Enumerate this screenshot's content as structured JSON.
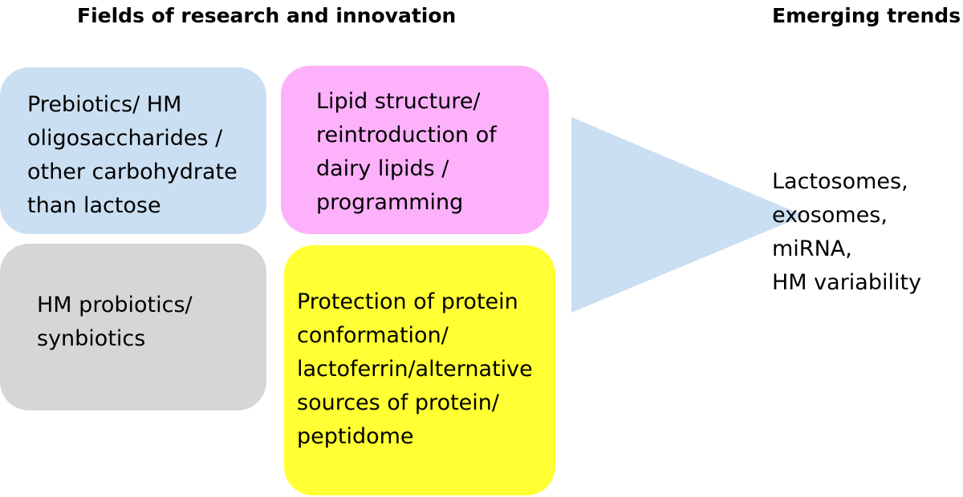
{
  "headings": {
    "fields": "Fields of research and innovation",
    "trends": "Emerging trends"
  },
  "boxes": {
    "prebiotics": {
      "color": "#cadff2",
      "lines": [
        "Prebiotics/ HM",
        "oligosaccharides /",
        "other carbohydrate",
        "than lactose"
      ]
    },
    "lipids": {
      "color": "#fdb1fb",
      "lines": [
        "Lipid structure/",
        "reintroduction of",
        "dairy lipids /",
        "programming"
      ]
    },
    "probiotics": {
      "color": "#d6d6d6",
      "lines": [
        "HM probiotics/",
        "synbiotics"
      ]
    },
    "proteins": {
      "color": "#ffff33",
      "lines": [
        "Protection of protein",
        "conformation/",
        "lactoferrin/alternative",
        "sources of protein/",
        "peptidome"
      ]
    }
  },
  "arrow": {
    "color": "#cadff2"
  },
  "trends": {
    "lines": [
      "Lactosomes,",
      "exosomes,",
      "miRNA,",
      "HM variability"
    ]
  }
}
